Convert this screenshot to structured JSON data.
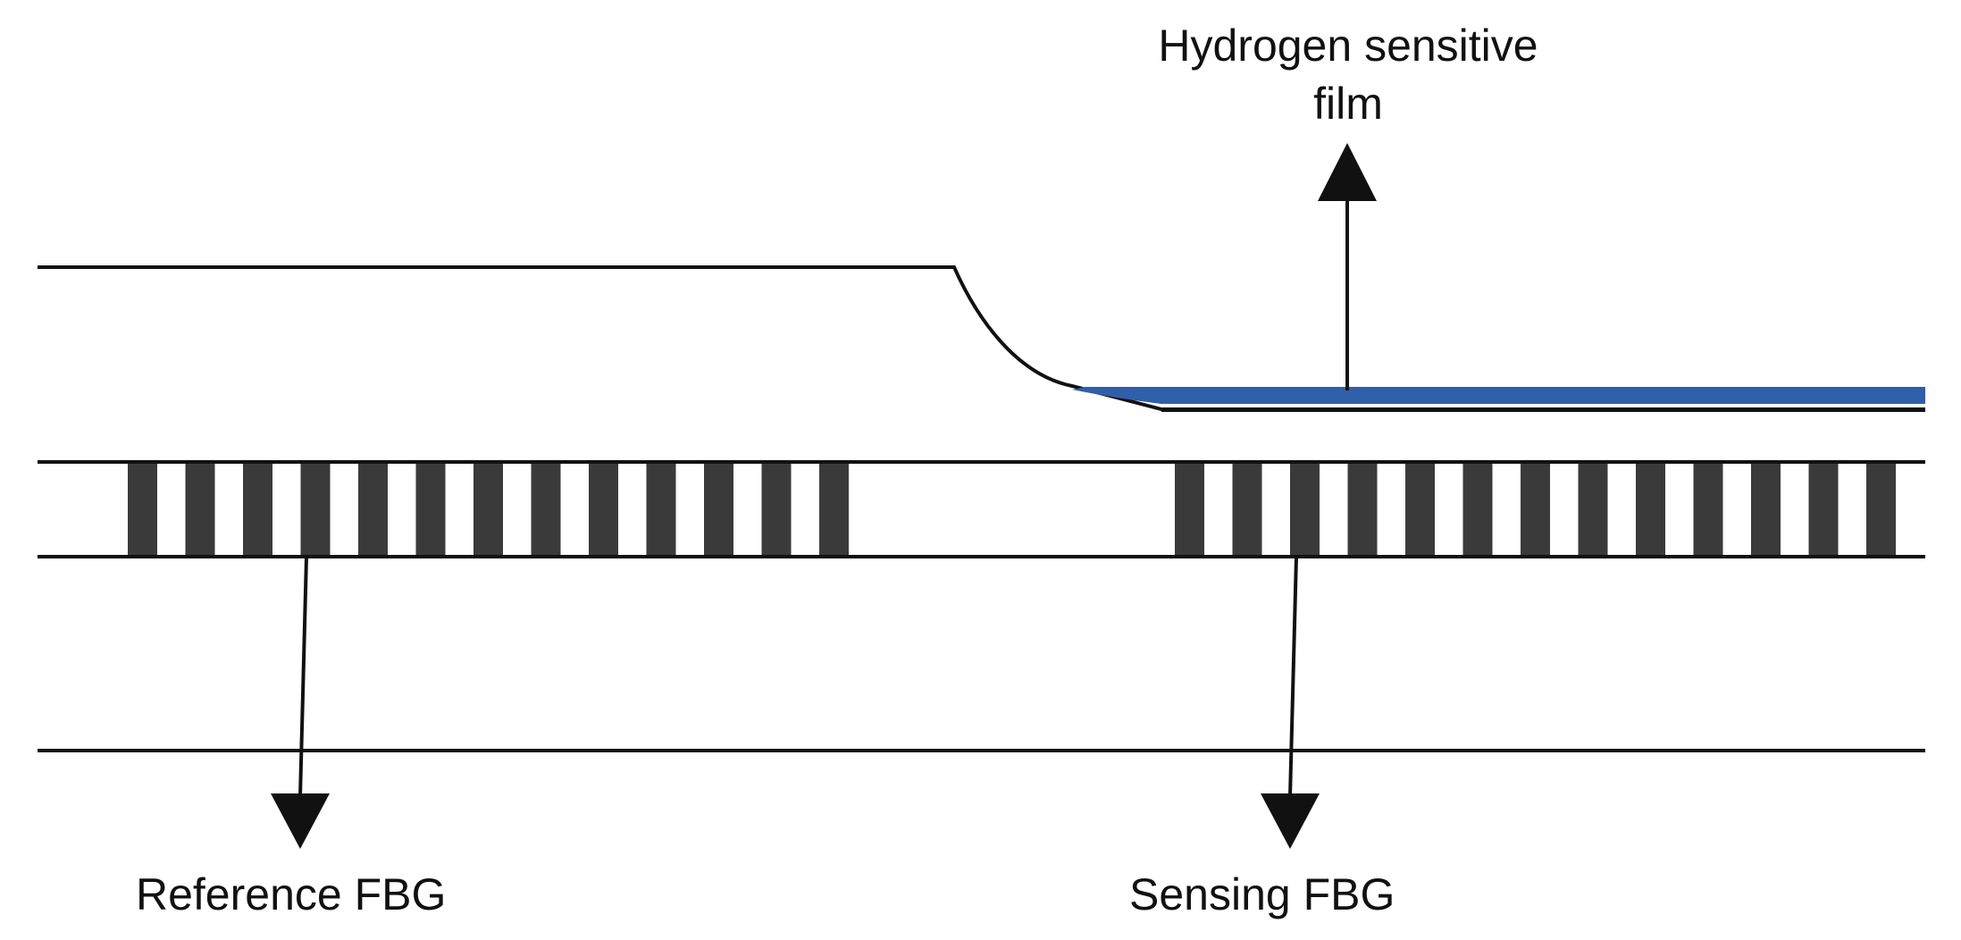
{
  "labels": {
    "film_line1": "Hydrogen sensitive",
    "film_line2": "film",
    "reference": "Reference FBG",
    "sensing": "Sensing FBG"
  },
  "colors": {
    "line": "#111111",
    "grating": "#3a3a3a",
    "film": "#2f5fa8"
  },
  "gratings": {
    "reference_bar_count": 13,
    "sensing_bar_count": 13
  }
}
